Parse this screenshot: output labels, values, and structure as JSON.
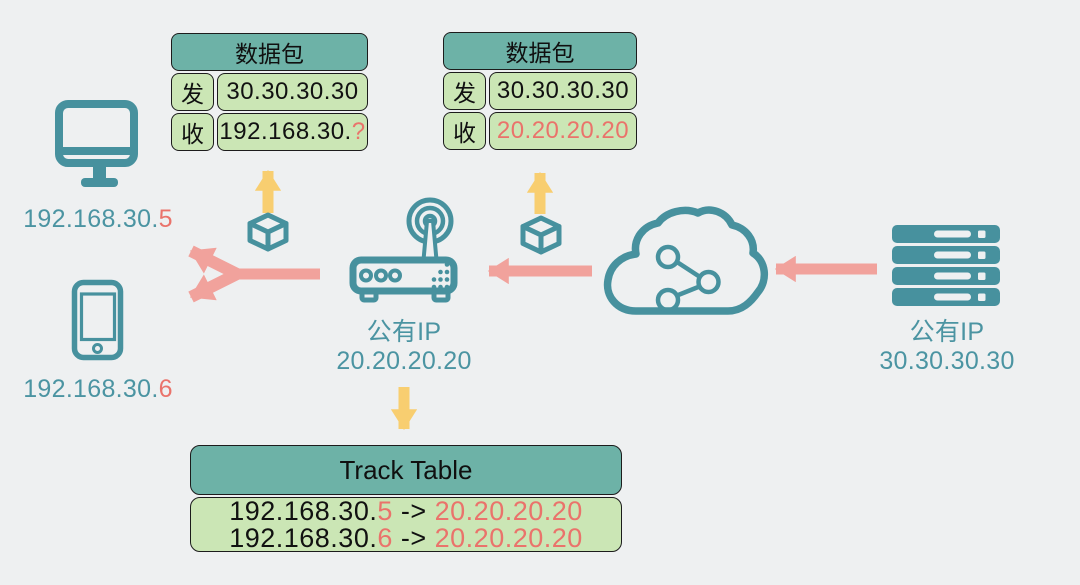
{
  "packet_tables": [
    {
      "title": "数据包",
      "rows": [
        {
          "label": "发",
          "value": "30.30.30.30",
          "accent": ""
        },
        {
          "label": "收",
          "value": "192.168.30.",
          "accent": "?"
        }
      ]
    },
    {
      "title": "数据包",
      "rows": [
        {
          "label": "发",
          "value": "30.30.30.30",
          "accent": ""
        },
        {
          "label": "收",
          "value": "",
          "accent": "20.20.20.20"
        }
      ]
    }
  ],
  "devices": {
    "desktop_ip": {
      "main": "192.168.30.",
      "accent": "5"
    },
    "phone_ip": {
      "main": "192.168.30.",
      "accent": "6"
    },
    "router": {
      "line1": "公有IP",
      "line2": "20.20.20.20"
    },
    "server": {
      "line1": "公有IP",
      "line2": "30.30.30.30"
    }
  },
  "track_table": {
    "title": "Track Table",
    "rows": [
      {
        "lan": "192.168.30.",
        "host": "5",
        "arrow": " -> ",
        "wan": "20.20.20.20"
      },
      {
        "lan": "192.168.30.",
        "host": "6",
        "arrow": " -> ",
        "wan": "20.20.20.20"
      }
    ]
  },
  "icons": [
    "desktop-icon",
    "smartphone-icon",
    "router-icon",
    "cloud-share-icon",
    "server-icon",
    "package-icon"
  ],
  "colors": {
    "background": "#eef0f1",
    "table_header_teal": "#6db2a7",
    "cell_green": "#cbe6b5",
    "icon_teal": "#47919e",
    "caption_teal": "#4b94a2",
    "arrow_pink": "#f1a29c",
    "arrow_yellow": "#f8ce70",
    "accent_red": "#ea736b",
    "border": "#1c1c1c"
  }
}
